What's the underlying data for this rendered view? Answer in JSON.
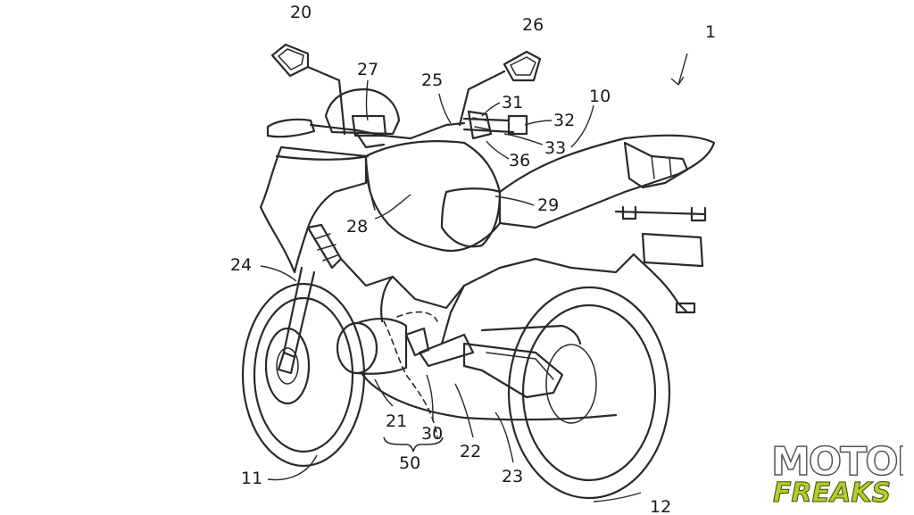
{
  "labels": {
    "l1": "1",
    "l10": "10",
    "l11": "11",
    "l12": "12",
    "l20": "20",
    "l21": "21",
    "l22": "22",
    "l23": "23",
    "l24": "24",
    "l25": "25",
    "l26": "26",
    "l27": "27",
    "l28": "28",
    "l29": "29",
    "l30": "30",
    "l31": "31",
    "l32": "32",
    "l33": "33",
    "l36": "36",
    "l50": "50"
  },
  "watermark": {
    "line1": "MOTOR",
    "line2": "FREAKS",
    "accent_color": "#b5cc2a"
  }
}
